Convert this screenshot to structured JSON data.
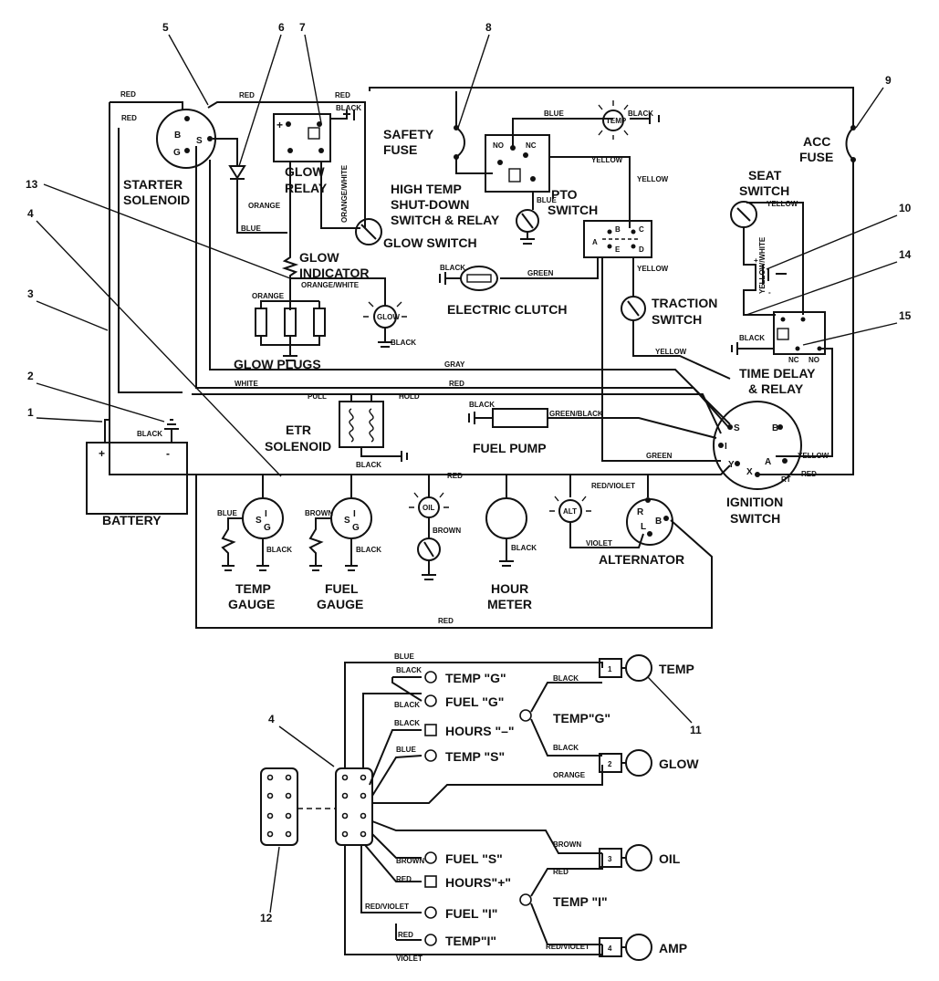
{
  "components": {
    "starter_solenoid": "STARTER\nSOLENOID",
    "glow_relay": "GLOW\nRELAY",
    "safety_fuse": "SAFETY\nFUSE",
    "high_temp": "HIGH TEMP\nSHUT-DOWN\nSWITCH & RELAY",
    "acc_fuse": "ACC\nFUSE",
    "seat_switch": "SEAT\nSWITCH",
    "pto_switch": "PTO\nSWITCH",
    "glow_switch": "GLOW SWITCH",
    "glow_indicator": "GLOW\nINDICATOR",
    "electric_clutch": "ELECTRIC CLUTCH",
    "traction_switch": "TRACTION\nSWITCH",
    "glow_plugs": "GLOW PLUGS",
    "time_delay": "TIME DELAY\n& RELAY",
    "etr_solenoid": "ETR\nSOLENOID",
    "fuel_pump": "FUEL PUMP",
    "battery": "BATTERY",
    "ignition_switch": "IGNITION\nSWITCH",
    "temp_gauge": "TEMP\nGAUGE",
    "fuel_gauge": "FUEL\nGAUGE",
    "hour_meter": "HOUR\nMETER",
    "alternator": "ALTERNATOR"
  },
  "wire_colors": {
    "red": "RED",
    "orange": "ORANGE",
    "black": "BLACK",
    "blue": "BLUE",
    "yellow": "YELLOW",
    "green": "GREEN",
    "gray": "GRAY",
    "white": "WHITE",
    "brown": "BROWN",
    "violet": "VIOLET",
    "orange_white": "ORANGE/WHITE",
    "yellow_white": "YELLOW/WHITE",
    "green_black": "GREEN/BLACK",
    "red_violet": "RED/VIOLET",
    "pull": "PULL",
    "hold": "HOLD"
  },
  "terminals": {
    "b": "B",
    "s": "S",
    "g": "G",
    "i": "I",
    "a": "A",
    "y": "Y",
    "x": "X",
    "rt": "RT",
    "c": "C",
    "d": "D",
    "e": "E",
    "r": "R",
    "l": "L",
    "no": "NO",
    "nc": "NC",
    "plus": "+",
    "minus": "-",
    "temp": "TEMP",
    "glow": "GLOW",
    "oil": "OIL",
    "alt": "ALT"
  },
  "callouts": [
    "1",
    "2",
    "3",
    "4",
    "5",
    "6",
    "7",
    "8",
    "9",
    "10",
    "11",
    "12",
    "13",
    "14",
    "15"
  ],
  "harness": {
    "left": [
      "TEMP \"G\"",
      "FUEL \"G\"",
      "HOURS \"–\"",
      "TEMP \"S\"",
      "FUEL \"S\"",
      "HOURS\"+\"",
      "FUEL \"I\"",
      "TEMP\"I\""
    ],
    "center_top": "TEMP\"G\"",
    "center_bottom": "TEMP \"I\"",
    "right": [
      "TEMP",
      "GLOW",
      "OIL",
      "AMP"
    ],
    "boxes": [
      "1",
      "2",
      "3",
      "4"
    ]
  }
}
